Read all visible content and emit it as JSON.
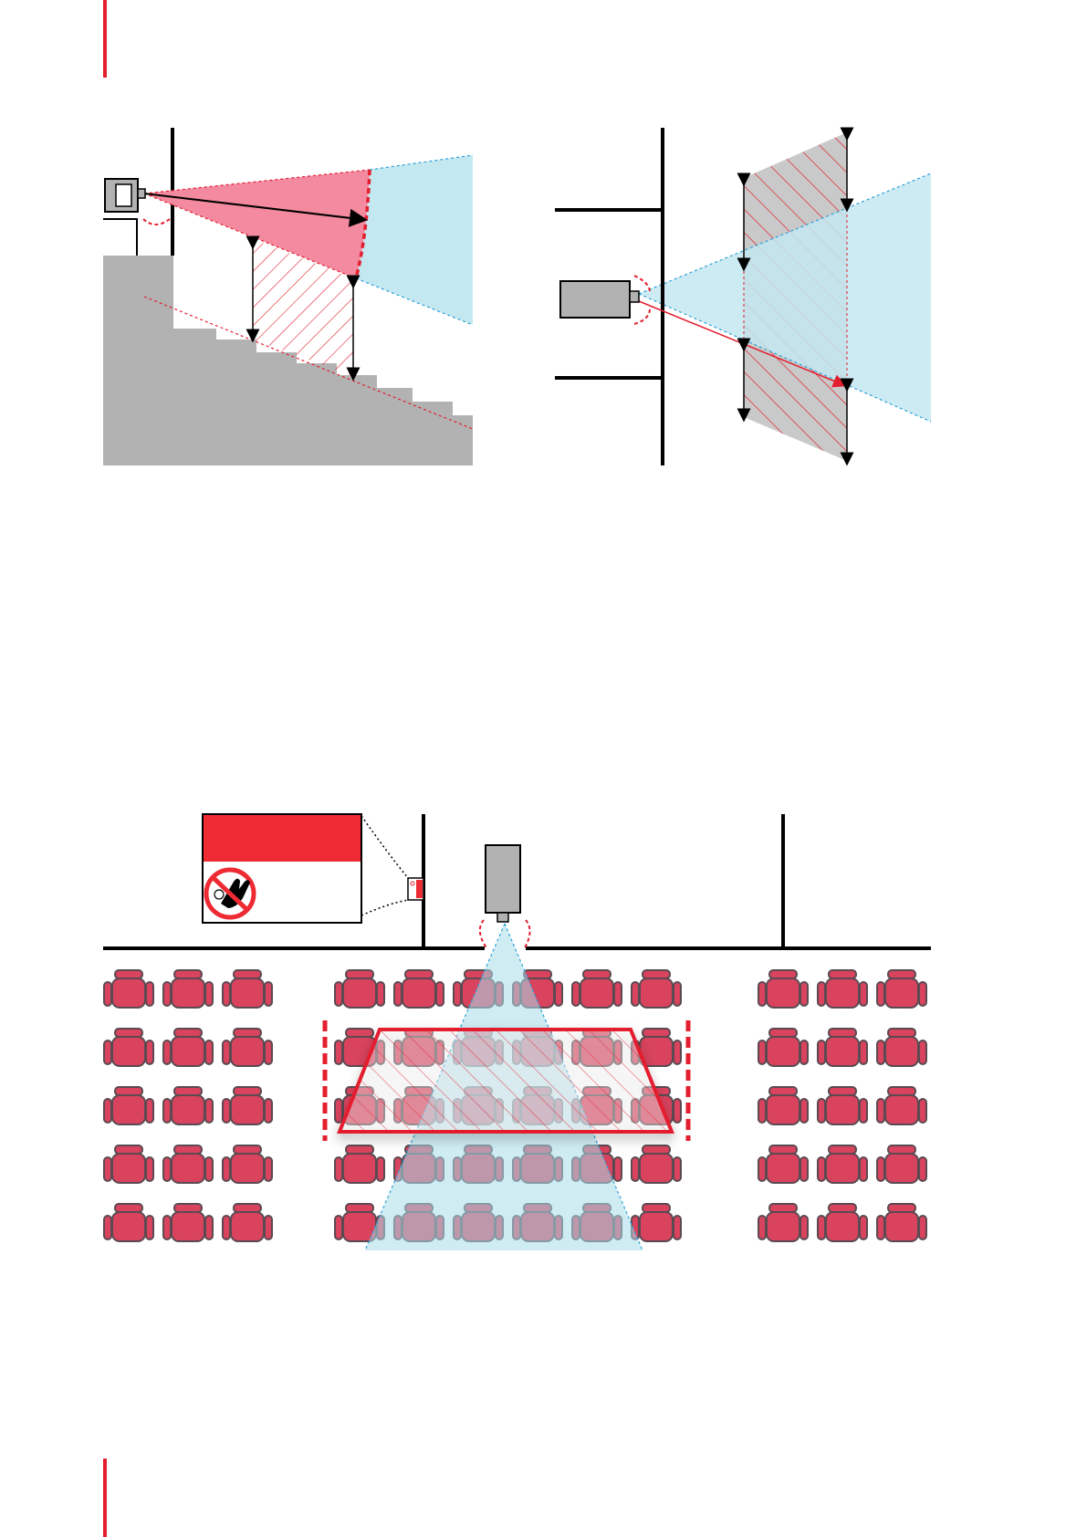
{
  "page": {
    "accent_color": "#e31e2e"
  },
  "figures": [
    {
      "id": "side-view",
      "icons": [
        "projector-icon",
        "stairs-icon",
        "hazard-zone-icon",
        "height-arrow-icon"
      ]
    },
    {
      "id": "top-view",
      "icons": [
        "projector-icon",
        "wall-icon",
        "hazard-zone-icon",
        "height-arrow-icon"
      ]
    },
    {
      "id": "floor-plan",
      "icons": [
        "warning-sign-icon",
        "no-touch-icon",
        "projector-icon",
        "seat-icon",
        "barrier-icon"
      ]
    }
  ],
  "colors": {
    "beam_red": "#f48aa0",
    "beam_blue": "#c4e8f0",
    "floor_gray": "#b2b2b2",
    "hazard_fill": "#c9c9c9",
    "seat_fill": "#d9435d",
    "seat_stroke": "#5b4a52",
    "sign_red": "#ee2a33"
  },
  "seating": {
    "rows": 5,
    "blocks": [
      {
        "name": "left",
        "seats_per_row": 3
      },
      {
        "name": "center",
        "seats_per_row": 6
      },
      {
        "name": "right",
        "seats_per_row": 3
      }
    ]
  }
}
